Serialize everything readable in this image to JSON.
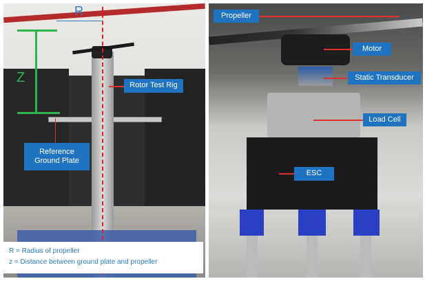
{
  "left_panel": {
    "labels": {
      "radius": "R",
      "height": "Z",
      "rotor_test_rig": "Rotor Test Rig",
      "reference_ground_plate": "Reference Ground Plate"
    },
    "legend": [
      "R = Radius of propeller",
      "z = Distance between ground plate and propeller"
    ]
  },
  "right_panel": {
    "labels": {
      "propeller": "Propeller",
      "motor": "Motor",
      "static_transducer": "Static Transducer",
      "load_cell": "Load Cell",
      "esc": "ESC"
    }
  },
  "colors": {
    "label_bg": "#1f73c0",
    "leader": "#e03030",
    "dimension": "#2db34a",
    "axis": "#e02020"
  }
}
